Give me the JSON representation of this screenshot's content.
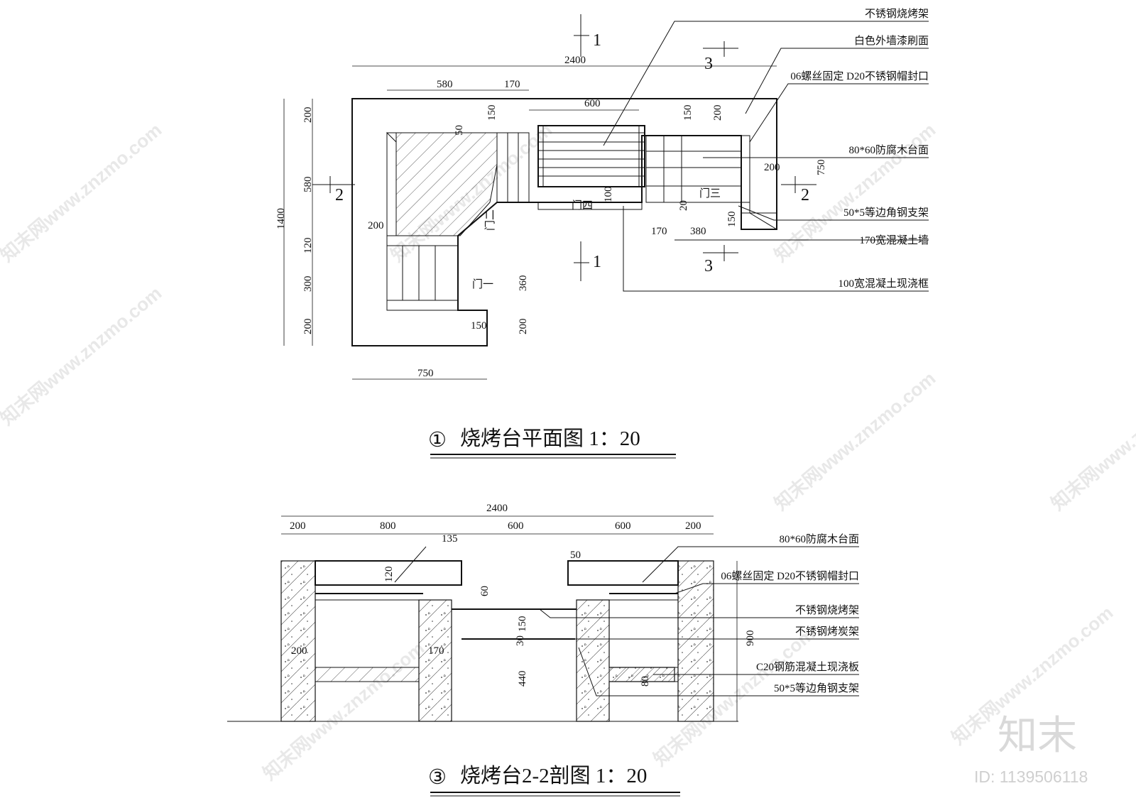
{
  "watermark": {
    "text": "知末网www.znzmo.com",
    "brand": "知末",
    "id_label": "ID: 1139506118"
  },
  "plan": {
    "title": "烧烤台平面图 1：20",
    "number": "①",
    "section_marks": [
      "1",
      "1",
      "2",
      "2",
      "3",
      "3"
    ],
    "doors": [
      "门一",
      "门二",
      "门三",
      "门四"
    ],
    "dims": {
      "overall_w": "2400",
      "seg_580": "580",
      "seg_170": "170",
      "grill_600": "600",
      "d150a": "150",
      "d150b": "150",
      "d200r": "200",
      "d50": "50",
      "left_1400": "1400",
      "l200a": "200",
      "l580": "580",
      "l120": "120",
      "l300": "300",
      "l200b": "200",
      "inner_200": "200",
      "bottom_750": "750",
      "b150": "150",
      "r200": "200",
      "d360": "360",
      "d100": "100",
      "r_200": "200",
      "r_750": "750",
      "d20": "20",
      "d150c": "150",
      "d170": "170",
      "d380": "380"
    },
    "labels": [
      "不锈钢烧烤架",
      "白色外墙漆刷面",
      "06螺丝固定 D20不锈钢帽封口",
      "80*60防腐木台面",
      "50*5等边角钢支架",
      "170宽混凝土墙",
      "100宽混凝土现浇框"
    ]
  },
  "section": {
    "title": "烧烤台2-2剖图 1：20",
    "number": "③",
    "dims": {
      "overall": "2400",
      "s200a": "200",
      "s800": "800",
      "s600a": "600",
      "s600b": "600",
      "s200b": "200",
      "s135": "135",
      "s120": "120",
      "s50": "50",
      "s60": "60",
      "s150": "150",
      "s30": "30",
      "s200c": "200",
      "s170": "170",
      "s440": "440",
      "s900": "900",
      "s80": "80"
    },
    "labels": [
      "80*60防腐木台面",
      "06螺丝固定 D20不锈钢帽封口",
      "不锈钢烧烤架",
      "不锈钢烤炭架",
      "C20钢筋混凝土现浇板",
      "50*5等边角钢支架"
    ]
  }
}
